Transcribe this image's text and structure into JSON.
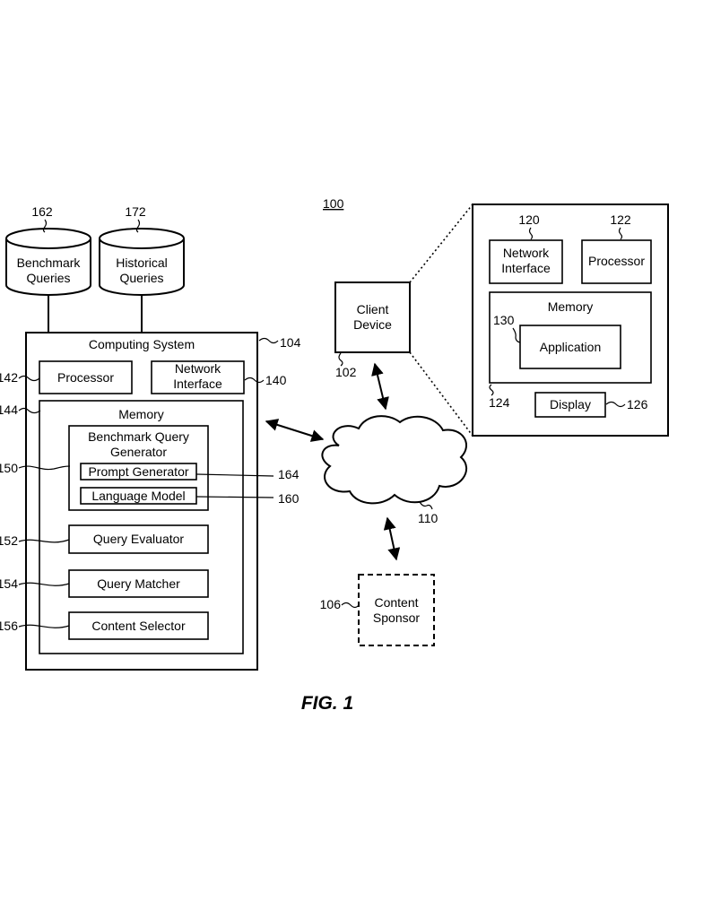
{
  "figure": {
    "system_ref": "100",
    "caption": "FIG. 1"
  },
  "databases": {
    "benchmark": {
      "ref": "162",
      "line1": "Benchmark",
      "line2": "Queries"
    },
    "historical": {
      "ref": "172",
      "line1": "Historical",
      "line2": "Queries"
    }
  },
  "computing_system": {
    "title": "Computing System",
    "ref": "104",
    "processor": {
      "label": "Processor",
      "ref": "142"
    },
    "network_interface": {
      "line1": "Network",
      "line2": "Interface",
      "ref": "140"
    },
    "memory": {
      "label": "Memory",
      "ref": "144",
      "benchmark_query_generator": {
        "line1": "Benchmark Query",
        "line2": "Generator",
        "ref": "150",
        "prompt_generator": {
          "label": "Prompt Generator",
          "ref": "164"
        },
        "language_model": {
          "label": "Language Model",
          "ref": "160"
        }
      },
      "query_evaluator": {
        "label": "Query Evaluator",
        "ref": "152"
      },
      "query_matcher": {
        "label": "Query Matcher",
        "ref": "154"
      },
      "content_selector": {
        "label": "Content Selector",
        "ref": "156"
      }
    }
  },
  "client_device": {
    "line1": "Client",
    "line2": "Device",
    "ref": "102"
  },
  "network": {
    "ref": "110"
  },
  "content_sponsor": {
    "line1": "Content",
    "line2": "Sponsor",
    "ref": "106"
  },
  "client_detail": {
    "network_interface": {
      "line1": "Network",
      "line2": "Interface",
      "ref": "120"
    },
    "processor": {
      "label": "Processor",
      "ref": "122"
    },
    "memory": {
      "label": "Memory",
      "ref": "124",
      "application": {
        "label": "Application",
        "ref": "130"
      }
    },
    "display": {
      "label": "Display",
      "ref": "126"
    }
  }
}
